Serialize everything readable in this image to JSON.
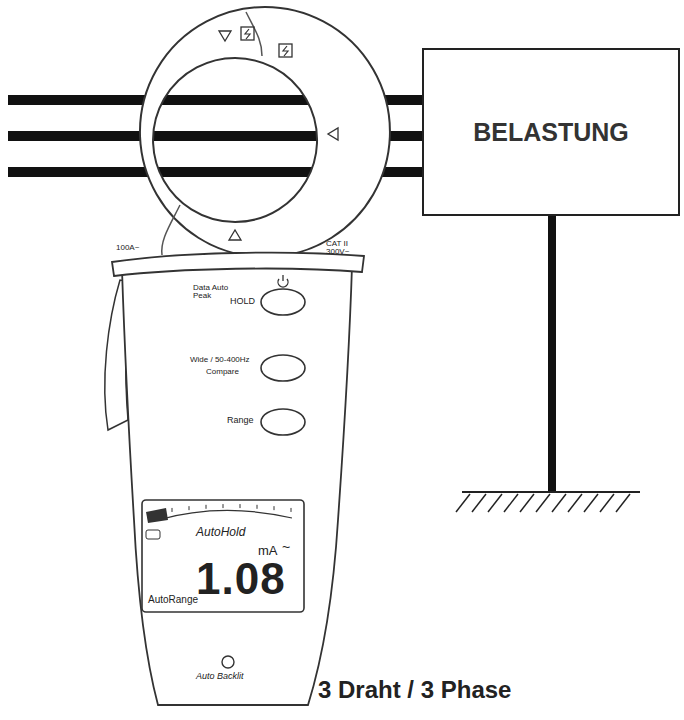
{
  "diagram": {
    "caption": "3 Draht / 3 Phase",
    "nodes": [
      {
        "text": [
          "BELASTUNG"
        ]
      }
    ],
    "labels": [
      "100A~",
      "CAT II 300V~",
      "Data Auto Peak",
      "HOLD",
      "Wide / 50-400Hz",
      "Compare",
      "Range",
      "AutoHold",
      "mA",
      "~",
      "1.08",
      "AutoRange",
      "Auto Backlit"
    ]
  }
}
